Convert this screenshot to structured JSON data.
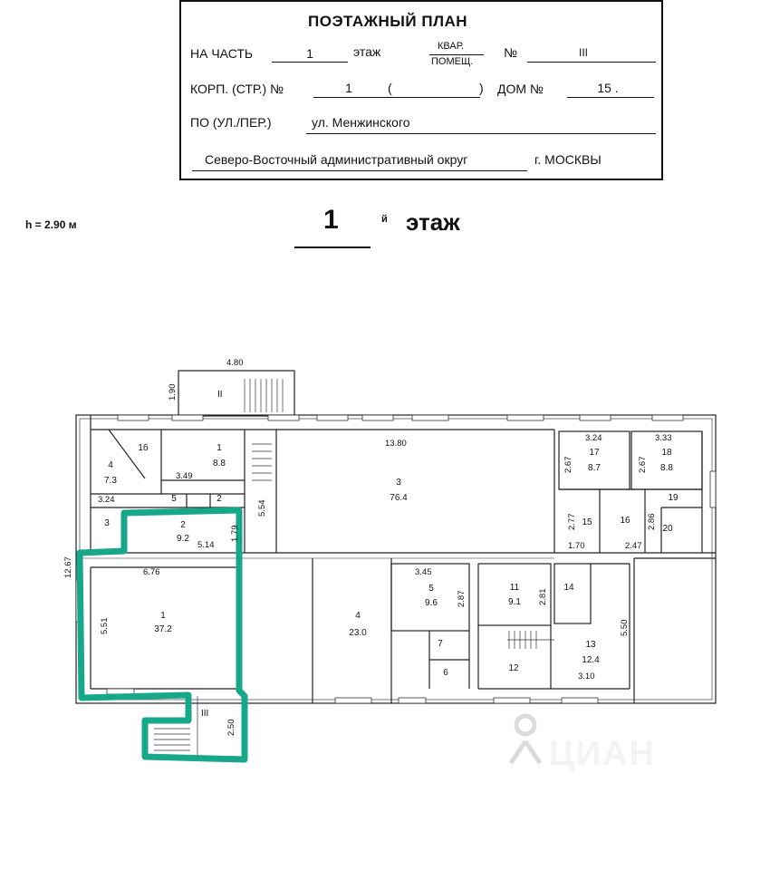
{
  "header": {
    "title": "ПОЭТАЖНЫЙ ПЛАН",
    "na_chast_label": "НА ЧАСТЬ",
    "na_chast_value": "1",
    "etazh_label": "этаж",
    "kvar_label": "КВАР.",
    "pomesch_label": "ПОМЕЩ.",
    "no_label": "№",
    "no_value": "III",
    "korp_label": "КОРП. (СТР.) №",
    "korp_value": "1",
    "korp_paren_open": "(",
    "korp_paren_close": ")",
    "dom_label": "ДОМ №",
    "dom_value": "15 .",
    "street_label": "ПО (УЛ./ПЕР.)",
    "street_value": "ул. Менжинского",
    "okrug_value": "Северо-Восточный административный округ",
    "city_value": "г. МОСКВЫ"
  },
  "floor": {
    "height_note": "h = 2.90 м",
    "number": "1",
    "suffix": "й",
    "word": "этаж"
  },
  "plan": {
    "highlight_color": "#17a88a",
    "rooms": [
      {
        "num": "1б",
        "area": ""
      },
      {
        "num": "1",
        "area": "8.8"
      },
      {
        "num": "4",
        "area": "7.3"
      },
      {
        "num": "3",
        "area": "76.4"
      },
      {
        "num": "17",
        "area": "8.7"
      },
      {
        "num": "18",
        "area": "8.8"
      },
      {
        "num": "5",
        "area": ""
      },
      {
        "num": "2",
        "area": ""
      },
      {
        "num": "19",
        "area": ""
      },
      {
        "num": "20",
        "area": ""
      },
      {
        "num": "15",
        "area": ""
      },
      {
        "num": "16",
        "area": ""
      },
      {
        "num": "3",
        "area": ""
      },
      {
        "num": "2",
        "area": "9.2"
      },
      {
        "num": "1",
        "area": "37.2"
      },
      {
        "num": "4",
        "area": "23.0"
      },
      {
        "num": "5",
        "area": "9.6"
      },
      {
        "num": "11",
        "area": "9.1"
      },
      {
        "num": "14",
        "area": ""
      },
      {
        "num": "13",
        "area": "12.4"
      },
      {
        "num": "7",
        "area": ""
      },
      {
        "num": "6",
        "area": ""
      },
      {
        "num": "12",
        "area": ""
      }
    ],
    "dimensions": [
      "4.80",
      "1.90",
      "13.80",
      "3.24",
      "3.33",
      "2.67",
      "2.67",
      "3.49",
      "3.24",
      "2.77",
      "2.86",
      "1.70",
      "2.47",
      "5.54",
      "1.79",
      "5.14",
      "6.76",
      "12.67",
      "5.51",
      "3.45",
      "2.87",
      "2.81",
      "5.50",
      "3.10",
      "2.50"
    ],
    "stair_marks": [
      "II",
      "III"
    ],
    "watermark": "ЦИАН"
  }
}
